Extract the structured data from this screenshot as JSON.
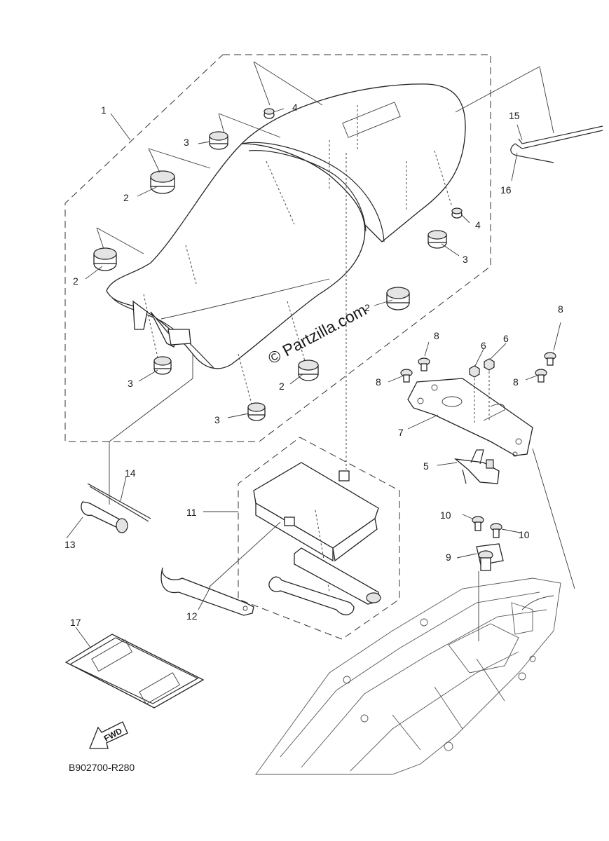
{
  "diagram": {
    "callouts": {
      "c1": "1",
      "c2a": "2",
      "c2b": "2",
      "c2c": "2",
      "c2d": "2",
      "c3a": "3",
      "c3b": "3",
      "c3c": "3",
      "c3d": "3",
      "c4a": "4",
      "c4b": "4",
      "c5": "5",
      "c6a": "6",
      "c6b": "6",
      "c7": "7",
      "c8a": "8",
      "c8b": "8",
      "c8c": "8",
      "c8d": "8",
      "c9": "9",
      "c10a": "10",
      "c10b": "10",
      "c11": "11",
      "c12": "12",
      "c13": "13",
      "c14": "14",
      "c15": "15",
      "c16": "16",
      "c17": "17"
    },
    "watermark": "© Partzilla.com",
    "fwd_label": "FWD",
    "diagram_code": "B902700-R280"
  }
}
